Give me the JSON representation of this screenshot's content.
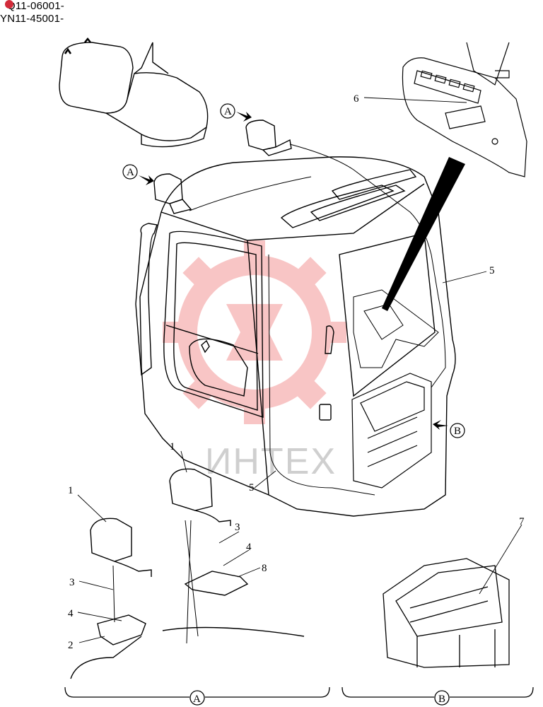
{
  "serials": [
    "Q11-06001-",
    "YN11-45001-"
  ],
  "watermark": {
    "text": "ИНТЕХ",
    "color": "#f2a5a5"
  },
  "view_markers": {
    "a": "A",
    "b": "B"
  },
  "callouts": {
    "c1_top": "1",
    "c1_left": "1",
    "c2": "2",
    "c3_top": "3",
    "c3_left": "3",
    "c4_top": "4",
    "c4_left": "4",
    "c5_right": "5",
    "c5_center": "5",
    "c6": "6",
    "c7": "7",
    "c8": "8"
  }
}
